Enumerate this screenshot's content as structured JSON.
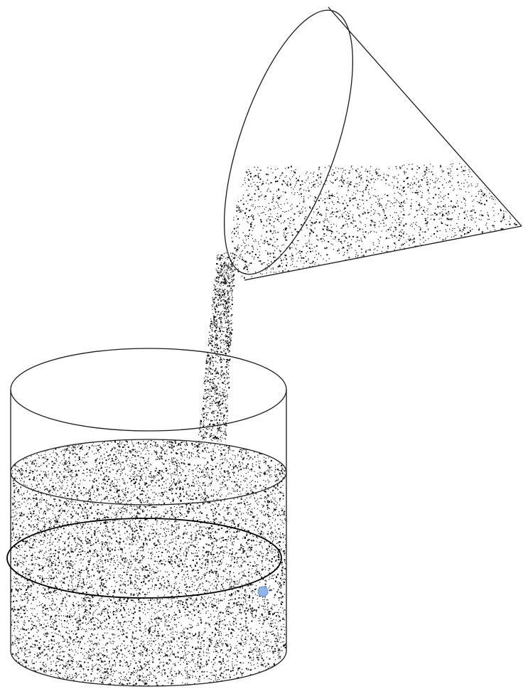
{
  "figure": {
    "subject": "",
    "colors": {
      "background": "#ffffff",
      "stroke": "#1a1a1a",
      "grain": "#111111",
      "marker": "#8fb3e6"
    },
    "parts": [
      {
        "id": "cone",
        "kind": "cone-vessel"
      },
      {
        "id": "stream",
        "kind": "falling-particles"
      },
      {
        "id": "beaker",
        "kind": "cylinder"
      },
      {
        "id": "surface",
        "kind": "fill-level-ellipse"
      },
      {
        "id": "ring",
        "kind": "highlighted-ellipse"
      },
      {
        "id": "marker",
        "kind": "point-marker"
      }
    ]
  }
}
